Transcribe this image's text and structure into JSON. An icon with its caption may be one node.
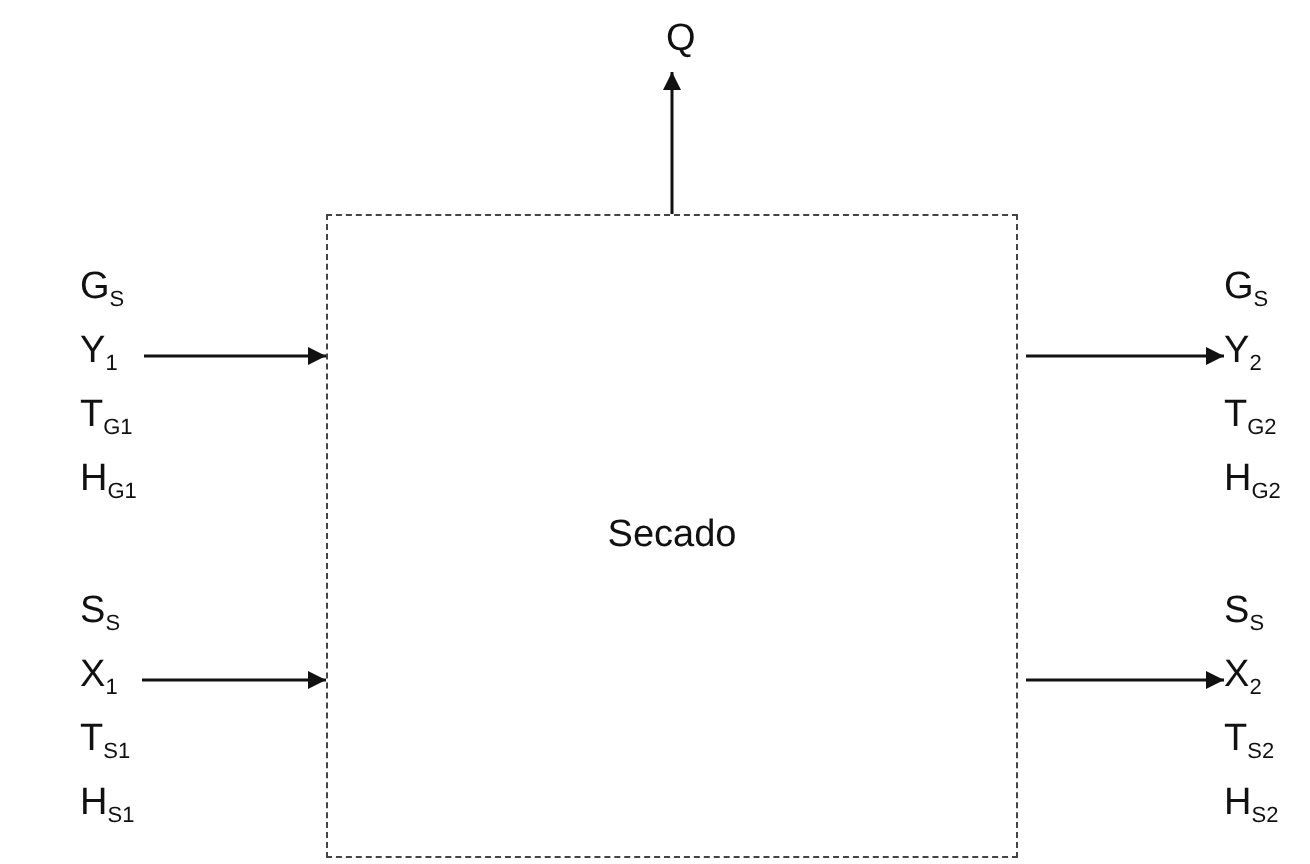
{
  "diagram": {
    "nodes": [
      {
        "text": [
          "Secado"
        ]
      },
      {
        "text": [
          "Q"
        ]
      },
      {
        "text": [
          "G$_{S}$",
          "Y$_{1}$",
          "T$_{G1}$",
          "H$_{G1}$"
        ]
      },
      {
        "text": [
          "S$_{S}$",
          "X$_{1}$",
          "T$_{S1}$",
          "H$_{S1}$"
        ]
      },
      {
        "text": [
          "G$_{S}$",
          "Y$_{2}$",
          "T$_{G2}$",
          "H$_{G2}$"
        ]
      },
      {
        "text": [
          "S$_{S}$",
          "X$_{2}$",
          "T$_{S2}$",
          "H$_{S2}$"
        ]
      }
    ],
    "edges": [
      {
        "from": 0,
        "to": 1,
        "arrow": "to"
      },
      {
        "from": 2,
        "to": 0,
        "arrow": "to"
      },
      {
        "from": 3,
        "to": 0,
        "arrow": "to"
      },
      {
        "from": 0,
        "to": 4,
        "arrow": "to"
      },
      {
        "from": 0,
        "to": 5,
        "arrow": "to"
      }
    ]
  }
}
